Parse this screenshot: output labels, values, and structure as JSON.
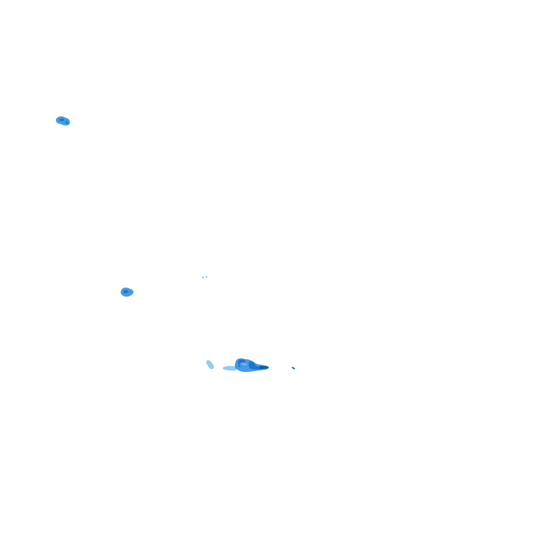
{
  "layer": {
    "kind": "radar-precipitation-overlay",
    "background": "#ffffff",
    "colors": {
      "light": "#7ec3f0",
      "medium": "#3d96df",
      "heavy": "#1f74cc",
      "intense": "#0b56ad"
    }
  },
  "cells": [
    {
      "id": "cell-northwest",
      "intensity": "medium"
    },
    {
      "id": "cell-west",
      "intensity": "medium"
    },
    {
      "id": "cell-speck",
      "intensity": "light"
    },
    {
      "id": "cell-south-fragment",
      "intensity": "light"
    },
    {
      "id": "cell-south-band",
      "intensity": "heavy"
    },
    {
      "id": "cell-south-east-speck",
      "intensity": "intense"
    }
  ]
}
